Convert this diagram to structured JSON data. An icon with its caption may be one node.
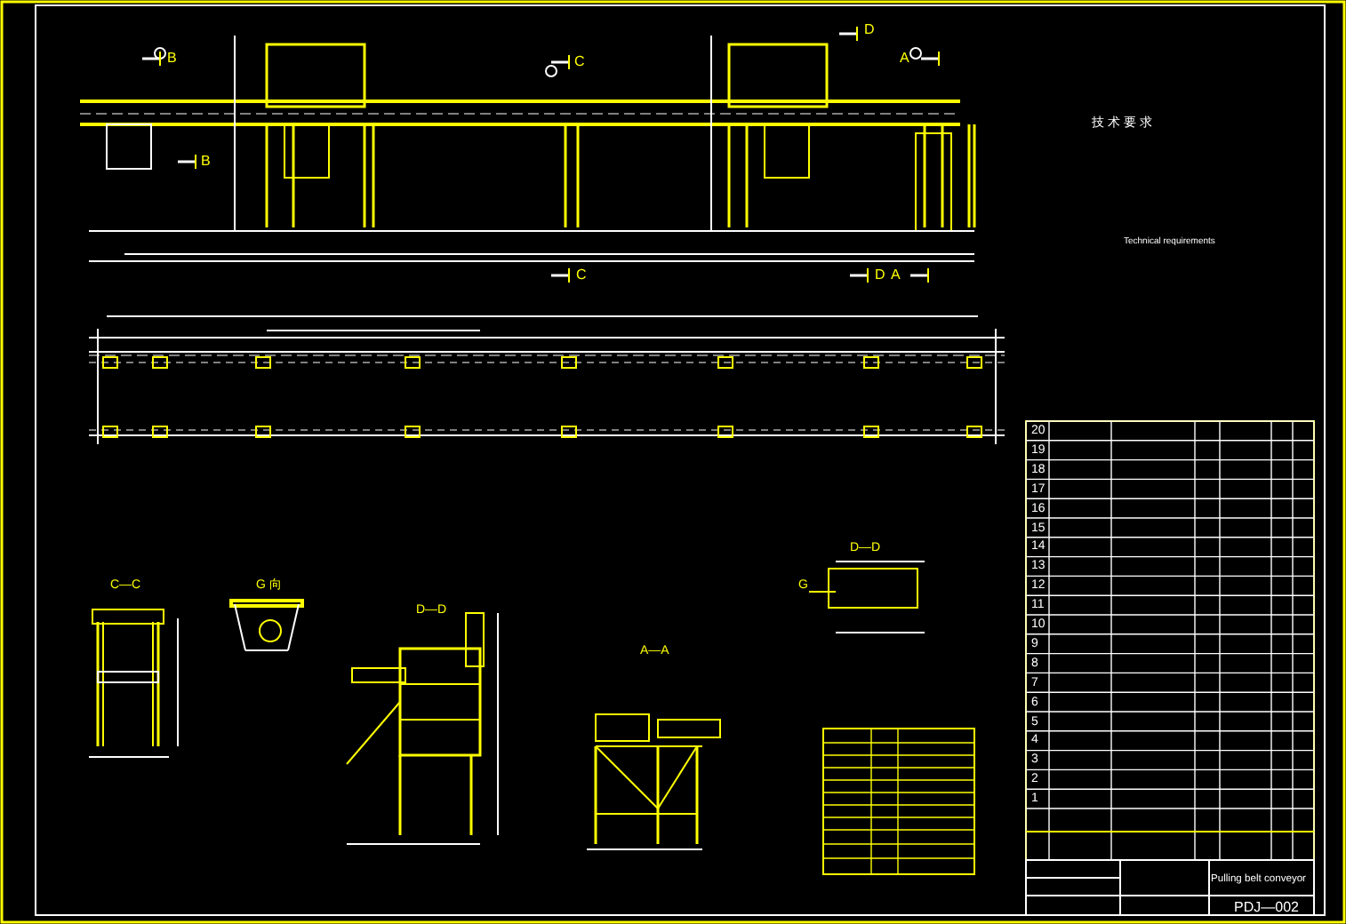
{
  "diagram": {
    "labels": [
      "D",
      "B",
      "C",
      "A",
      "B",
      "C",
      "D",
      "A",
      "技 术 要 求",
      "Technical requirements",
      "20",
      "19",
      "18",
      "17",
      "16",
      "15",
      "14",
      "13",
      "12",
      "11",
      "10",
      "9",
      "8",
      "7",
      "6",
      "5",
      "4",
      "3",
      "2",
      "1",
      "C—C",
      "G 向",
      "D—D",
      "A—A",
      "D—D",
      "G",
      "Pulling belt conveyor",
      "PDJ—002"
    ]
  }
}
